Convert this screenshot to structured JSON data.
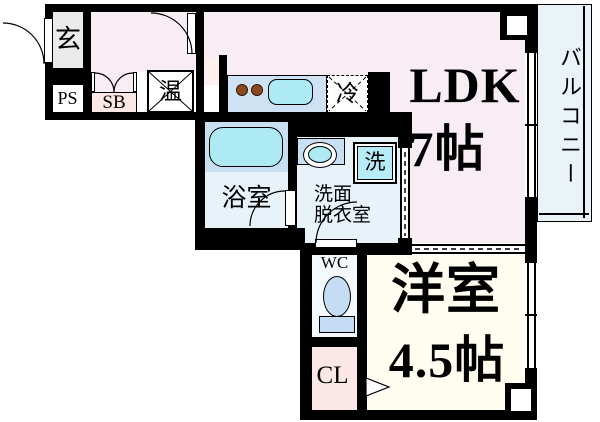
{
  "floorplan": {
    "rooms": {
      "entrance": {
        "label": "玄"
      },
      "ps": {
        "label": "PS"
      },
      "sb": {
        "label": "SB"
      },
      "heater": {
        "label": "温"
      },
      "fridge": {
        "label": "冷"
      },
      "ldk": {
        "label": "LDK",
        "size": "7帖"
      },
      "balcony": {
        "label": "バルコニー"
      },
      "bathroom": {
        "label": "浴室"
      },
      "washroom": {
        "line1": "洗面",
        "line2": "脱衣室"
      },
      "washer": {
        "label": "洗"
      },
      "wc": {
        "label": "WC"
      },
      "closet": {
        "label": "CL"
      },
      "western": {
        "label": "洋室",
        "size": "4.5帖"
      }
    },
    "colors": {
      "wall": "#000000",
      "ldk_pink": "#f8edf4",
      "western_cream": "#fffdf0",
      "wet_blue": "#e7f3f8",
      "counter_blue": "#cfe2f4",
      "platform_blue": "#c8dff2",
      "fixture_cyan": "#aeeaf4",
      "washer_cyan": "#b5ecf5",
      "toilet_blue": "#c5ddf4",
      "accent_pink": "#fbe7e6",
      "cubby_pink": "#fdf0ee",
      "balcony_blue": "#eaf4f8",
      "genkan_gray": "#ebebeb",
      "wc_white": "#f3f9fc",
      "burner_brown": "#8a4a1d"
    }
  }
}
